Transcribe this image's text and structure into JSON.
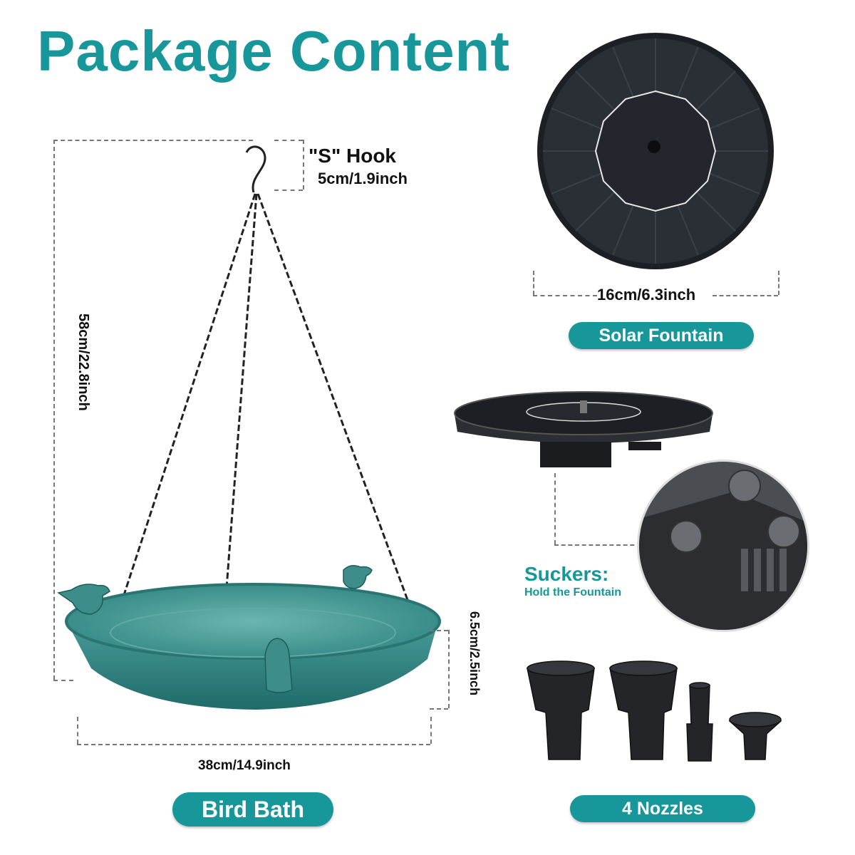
{
  "title": "Package Content",
  "hook": {
    "label": "\"S\" Hook",
    "size": "5cm/1.9inch"
  },
  "bird_bath": {
    "height": "58cm/22.8inch",
    "depth": "6.5cm/2.5inch",
    "diameter": "38cm/14.9inch",
    "label": "Bird Bath"
  },
  "solar_fountain": {
    "diameter": "16cm/6.3inch",
    "label": "Solar Fountain"
  },
  "suckers": {
    "title": "Suckers:",
    "subtitle": "Hold the Fountain"
  },
  "nozzles": {
    "label": "4 Nozzles"
  },
  "colors": {
    "accent": "#17979a",
    "bath": "#3f8f8d",
    "solar_panel": "#1c1f24"
  }
}
